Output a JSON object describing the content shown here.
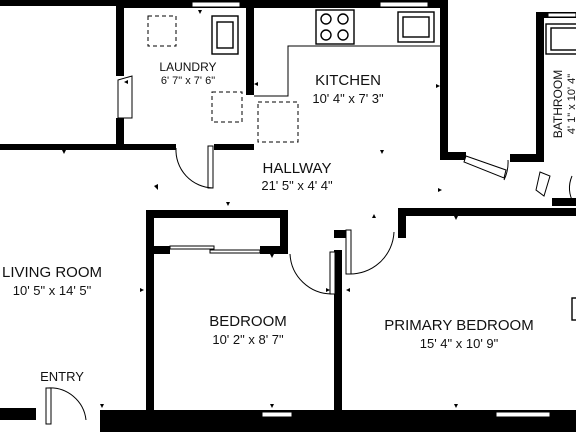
{
  "rooms": {
    "laundry": {
      "name": "LAUNDRY",
      "dims": "6' 7\" x 7' 6\""
    },
    "kitchen": {
      "name": "KITCHEN",
      "dims": "10' 4\" x 7' 3\""
    },
    "bathroom": {
      "name": "BATHROOM",
      "dims": "4' 1\" x 10' 4\""
    },
    "hallway": {
      "name": "HALLWAY",
      "dims": "21' 5\" x 4' 4\""
    },
    "living_room": {
      "name": "LIVING ROOM",
      "dims": "10' 5\" x 14' 5\""
    },
    "bedroom": {
      "name": "BEDROOM",
      "dims": "10' 2\" x 8' 7\""
    },
    "primary_bedroom": {
      "name": "PRIMARY BEDROOM",
      "dims": "15' 4\" x 10' 9\""
    },
    "entry": {
      "name": "ENTRY"
    }
  }
}
